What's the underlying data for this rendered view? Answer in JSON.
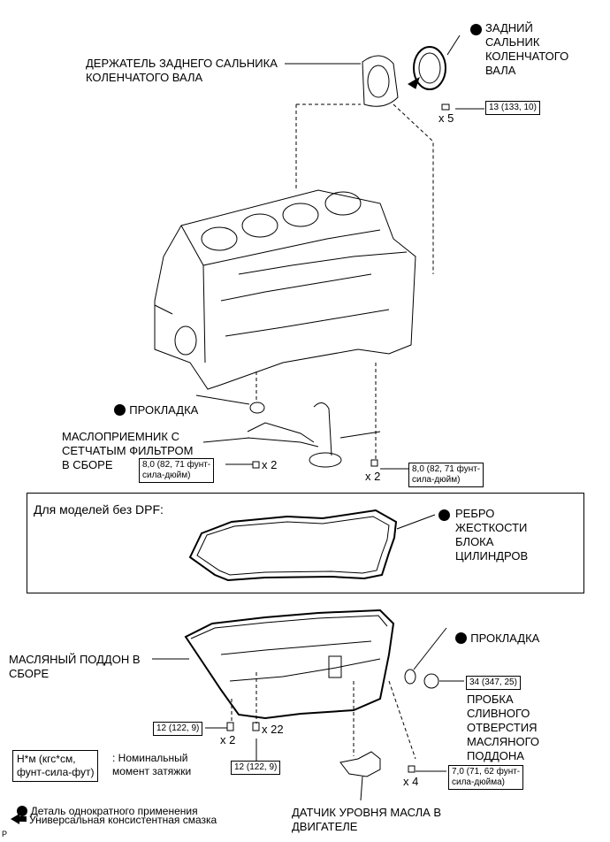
{
  "labels": {
    "rear_seal_retainer": "ДЕРЖАТЕЛЬ ЗАДНЕГО САЛЬНИКА\nКОЛЕНЧАТОГО ВАЛА",
    "rear_oil_seal": "ЗАДНИЙ\nСАЛЬНИК\nКОЛЕНЧАТОГО\nВАЛА",
    "gasket_top": "ПРОКЛАДКА",
    "strainer": "МАСЛОПРИЕМНИК С\nСЕТЧАТЫМ ФИЛЬТРОМ\nВ СБОРЕ",
    "dpf_title": "Для моделей без DPF:",
    "stiffener": "РЕБРО\nЖЕСТКОСТИ\nБЛОКА\nЦИЛИНДРОВ",
    "oil_pan": "МАСЛЯНЫЙ ПОДДОН В\nСБОРЕ",
    "gasket_bottom": "ПРОКЛАДКА",
    "drain_plug": "ПРОБКА\nСЛИВНОГО\nОТВЕРСТИЯ\nМАСЛЯНОГО\nПОДДОНА",
    "level_sensor": "ДАТЧИК УРОВНЯ МАСЛА В\nДВИГАТЕЛЕ"
  },
  "torques": {
    "t_retainer": "13 (133, 10)",
    "t_strainer_left": "8,0 (82, 71 фунт-\nсила-дюйм)",
    "t_strainer_right": "8,0 (82, 71 фунт-\nсила-дюйм)",
    "t_drain": "34 (347, 25)",
    "t_pan_a": "12 (122, 9)",
    "t_pan_b": "12 (122, 9)",
    "t_sensor": "7,0 (71, 62 фунт-\nсила-дюйма)"
  },
  "quantities": {
    "q_retainer": "x 5",
    "q_strainer_left": "x 2",
    "q_strainer_right": "x 2",
    "q_pan_a": "x 2",
    "q_pan_b": "x 22",
    "q_sensor": "x 4"
  },
  "legend": {
    "unit_box": "Н*м (кгс*см,\nфунт-сила-фут)",
    "unit_desc": ": Номинальный\nмомент затяжки",
    "non_reusable": "Деталь однократного применения",
    "grease": "Универсальная консистентная смазка"
  },
  "footer": {
    "code": "P"
  }
}
